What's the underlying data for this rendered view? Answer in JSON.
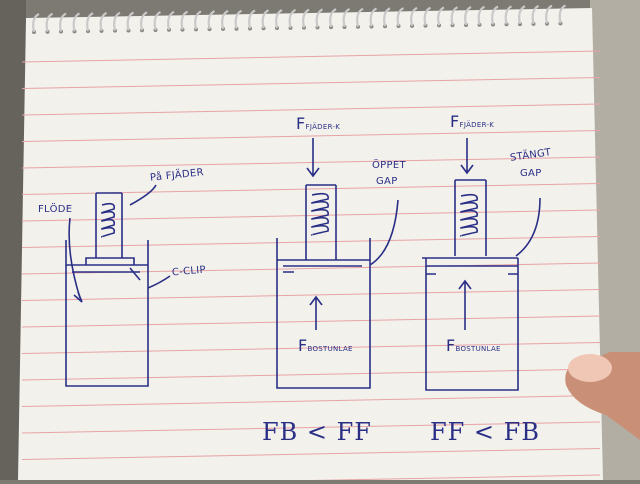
{
  "labels": {
    "flode": "FLÖDE",
    "pa_fjader": "På FJÄDER",
    "c_clip": "C-CLIP",
    "f_fjader_k_mid": "F",
    "f_fjader_k_mid_sub": "FJÄDER-K",
    "oppet_gap_1": "ÖPPET",
    "oppet_gap_2": "GAP",
    "f_fjader_k_right": "F",
    "f_fjader_k_right_sub": "FJÄDER-K",
    "stangt_gap_1": "STÄNGT",
    "stangt_gap_2": "GAP",
    "f_bostunlae_mid": "F",
    "f_bostunlae_mid_sub": "BOSTUNLAE",
    "f_bostunlae_right": "F",
    "f_bostunlae_right_sub": "BOSTUNLAE"
  },
  "equations": {
    "left": "FB < FF",
    "right": "FF < FB"
  },
  "colors": {
    "paper": "#f3f1ec",
    "ink": "#2a2f86",
    "rule_line": "#e7a3a6",
    "spiral": "#c9c9c9",
    "background": "#7d7a73"
  }
}
